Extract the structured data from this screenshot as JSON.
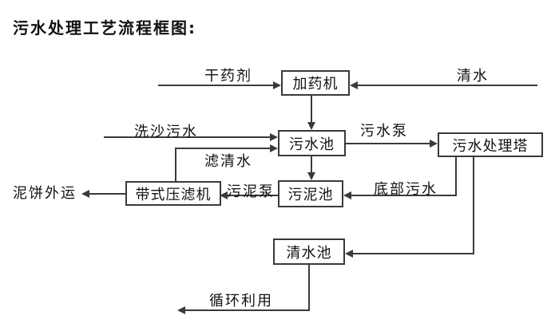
{
  "title": "污水处理工艺流程框图:",
  "nodes": {
    "dosing_machine": "加药机",
    "sewage_pool": "污水池",
    "treatment_tower": "污水处理塔",
    "belt_filter_press": "带式压滤机",
    "sludge_pool": "污泥池",
    "clean_water_pool": "清水池"
  },
  "labels": {
    "dry_agent": "干药剂",
    "clean_water": "清水",
    "sand_wash_sewage": "洗沙污水",
    "sewage_pump": "污水泵",
    "filtered_water": "滤清水",
    "sludge_pump": "污泥泵",
    "bottom_sewage": "底部污水",
    "mud_cake_out": "泥饼外运",
    "recycle_use": "循环利用"
  },
  "edges": [
    {
      "from": "dry_agent_input",
      "to": "dosing_machine",
      "label": "干药剂"
    },
    {
      "from": "clean_water_input",
      "to": "dosing_machine",
      "label": "清水"
    },
    {
      "from": "dosing_machine",
      "to": "sewage_pool",
      "label": ""
    },
    {
      "from": "sand_wash_input",
      "to": "sewage_pool",
      "label": "洗沙污水"
    },
    {
      "from": "belt_filter_press",
      "to": "sewage_pool",
      "label": "滤清水"
    },
    {
      "from": "sewage_pool",
      "to": "treatment_tower",
      "label": "污水泵"
    },
    {
      "from": "sewage_pool",
      "to": "sludge_pool",
      "label": ""
    },
    {
      "from": "treatment_tower",
      "to": "sludge_pool",
      "label": "底部污水"
    },
    {
      "from": "sludge_pool",
      "to": "belt_filter_press",
      "label": "污泥泵"
    },
    {
      "from": "belt_filter_press",
      "to": "outside",
      "label": "泥饼外运"
    },
    {
      "from": "treatment_tower",
      "to": "clean_water_pool",
      "label": ""
    },
    {
      "from": "clean_water_pool",
      "to": "outside",
      "label": "循环利用"
    }
  ],
  "colors": {
    "line": "#3a3a3a",
    "text": "#111111",
    "background": "#ffffff"
  }
}
